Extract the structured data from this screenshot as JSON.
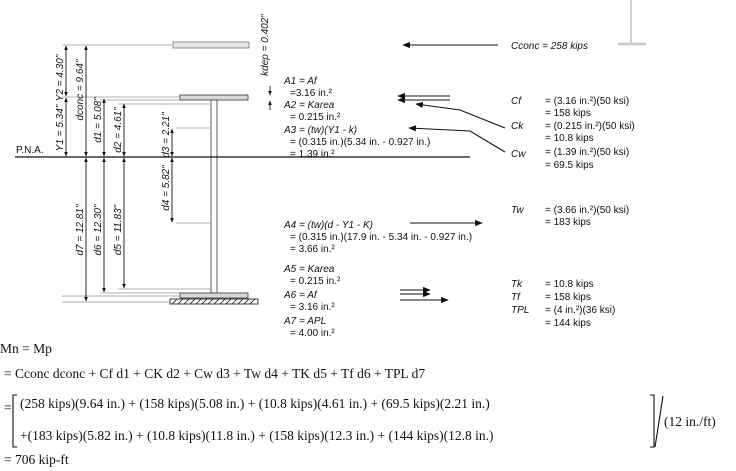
{
  "dimensions": {
    "y2": "Y2 = 4.30\"",
    "y1": "Y1 = 5.34\"",
    "dconc": "dconc = 9.64\"",
    "d1": "d1 = 5.08\"",
    "d2": "d2 = 4.61\"",
    "d3": "d3 = 2.21\"",
    "d4": "d4 = 5.82\"",
    "d5": "d5 = 11.83\"",
    "d6": "d6 = 12.30\"",
    "d7": "d7 = 12.81\"",
    "kdep": "kdep = 0.402\"",
    "pna": "P.N.A."
  },
  "areas": [
    [
      "A1 = Af",
      "=3.16 in.²"
    ],
    [
      "A2 = Karea",
      "= 0.215 in.²"
    ],
    [
      "A3 = (tw)(Y1 - k)",
      "= (0.315 in.)(5.34 in. - 0.927 in.)",
      "= 1.39 in.²"
    ],
    [
      "A4 = (tw)(d - Y1 - K)",
      "= (0.315 in.)(17.9 in. - 5.34 in. - 0.927 in.)",
      "= 3.66 in.²"
    ],
    [
      "A5 = Karea",
      "= 0.215 in.²"
    ],
    [
      "A6 = Af",
      "= 3.16 in.²"
    ],
    [
      "A7 = APL",
      "= 4.00 in.²"
    ]
  ],
  "forces": {
    "cconc": "Cconc = 258 kips",
    "cf_label": "Cf",
    "cf_expr": "= (3.16 in.²)(50 ksi)",
    "cf_val": "= 158 kips",
    "ck_label": "Ck",
    "ck_expr": "= (0.215 in.²)(50 ksi)",
    "ck_val": "= 10.8 kips",
    "cw_label": "Cw",
    "cw_expr": "= (1.39 in.²)(50 ksi)",
    "cw_val": "= 69.5 kips",
    "tw_label": "Tw",
    "tw_expr": "= (3.66 in.²)(50 ksi)",
    "tw_val": "= 183 kips",
    "tk_label": "Tk",
    "tk_val": "= 10.8 kips",
    "tf_label": "Tf",
    "tf_val": "= 158 kips",
    "tpl_label": "TPL",
    "tpl_expr": "= (4 in.²)(36 ksi)",
    "tpl_val": "= 144 kips"
  },
  "equation": {
    "line1": "Mn = Mp",
    "line2": "= Cconc dconc + Cf d1 + CK d2 + Cw d3 + Tw d4 + TK d5 + Tf d6 + TPL d7",
    "line3": "(258 kips)(9.64 in.) + (158 kips)(5.08 in.) + (10.8 kips)(4.61 in.) + (69.5 kips)(2.21 in.)",
    "line4": "+(183 kips)(5.82 in.) + (10.8 kips)(11.8 in.) + (158 kips)(12.3 in.) + (144 kips)(12.8 in.)",
    "divisor": "(12 in./ft)",
    "line5": "= 706 kip-ft"
  }
}
